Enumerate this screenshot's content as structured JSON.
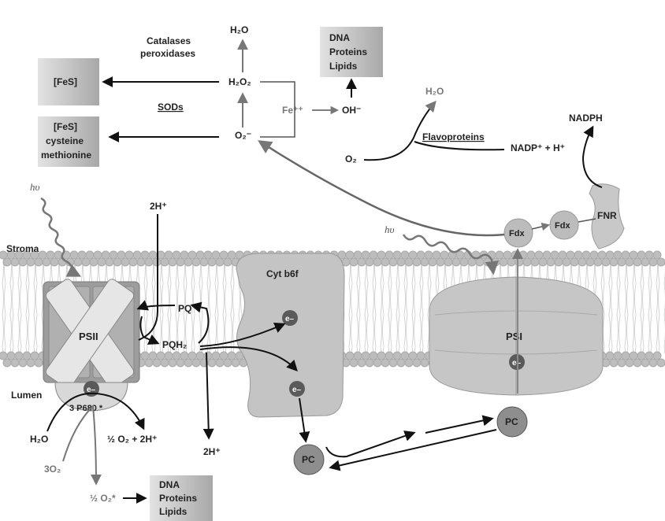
{
  "labels": {
    "h2o_top": "H₂O",
    "catalases_line1": "Catalases",
    "catalases_line2": "peroxidases",
    "h2o2": "H₂O₂",
    "sods": "SODs",
    "superoxide": "O₂⁻",
    "fe": "Fe⁺⁺",
    "oh": "OH⁻",
    "h2o_right": "H₂O",
    "flavoproteins": "Flavoproteins",
    "o2": "O₂",
    "nadph": "NADPH",
    "nadp": "NADP⁺ + H⁺",
    "fdx": "Fdx",
    "fnr": "FNR",
    "hv": "hυ",
    "stroma": "Stroma",
    "lumen": "Lumen",
    "psii": "PSII",
    "psi": "PSI",
    "cytb6f": "Cyt b6f",
    "pq": "PQ",
    "pqh2": "PQH₂",
    "h_top": "2H⁺",
    "h_bottom": "2H⁺",
    "electron": "e–",
    "p680": "3 P680 *",
    "h2o_lumen": "H₂O",
    "o2_products": "½ O₂ + 2H⁺",
    "o2_3": "3O₂",
    "singlet_o2": "½ O₂*",
    "pc": "PC"
  },
  "boxes": {
    "fes": [
      "[FeS]"
    ],
    "fes_cys": [
      "[FeS]",
      "cysteine",
      "methionine"
    ],
    "dna_top": [
      "DNA",
      "Proteins",
      "Lipids"
    ],
    "dna_bottom": [
      "DNA",
      "Proteins",
      "Lipids"
    ]
  },
  "colors": {
    "membrane_head": "#bdbdbd",
    "membrane_tail": "#d0d0d0",
    "protein_grey": "#bfbfbf",
    "complex_grey": "#9c9c9c",
    "arrow_dark": "#111111",
    "arrow_grey": "#777777",
    "box_fill": "#c9c9c9",
    "electron": "#5a5a5a"
  }
}
